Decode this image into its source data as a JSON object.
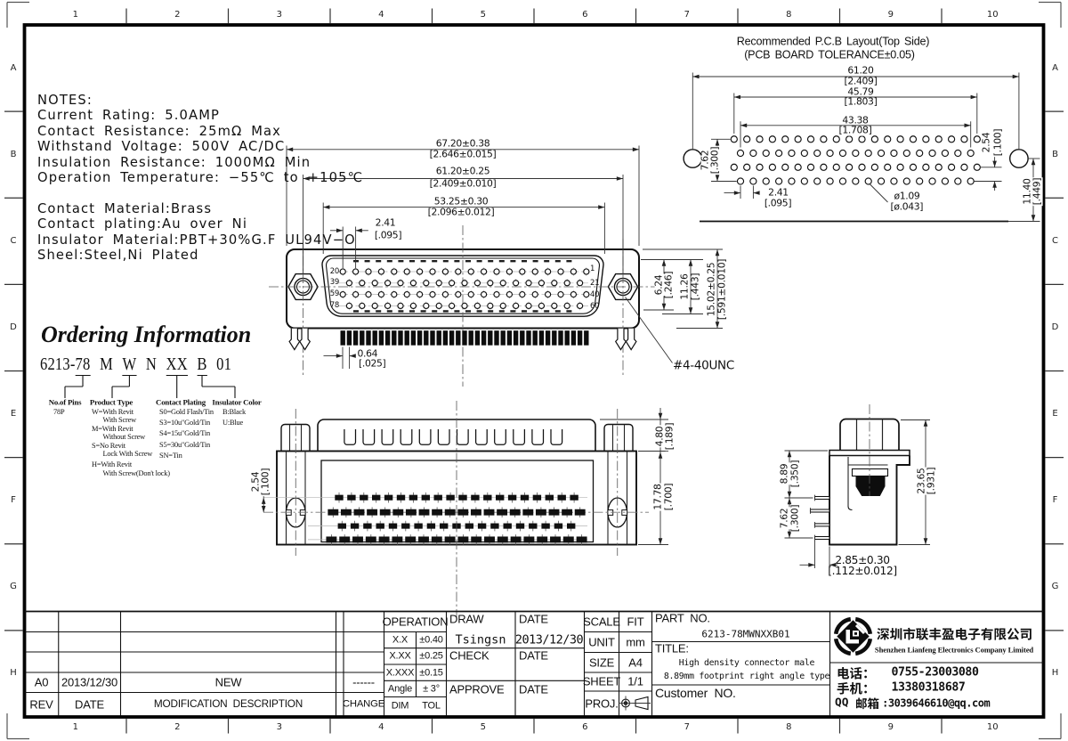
{
  "sheet": {
    "zone_columns": [
      "1",
      "2",
      "3",
      "4",
      "5",
      "6",
      "7",
      "8",
      "9",
      "10"
    ],
    "zone_rows": [
      "A",
      "B",
      "C",
      "D",
      "E",
      "F",
      "G",
      "H"
    ]
  },
  "notes": {
    "lines": [
      "NOTES:",
      "Current Rating: 5.0AMP",
      "Contact Resistance: 25mΩ Max",
      "Withstand Voltage: 500V AC/DC",
      "Insulation Resistance: 1000MΩ Min",
      "Operation Temperature: −55℃ to +105℃",
      "",
      "Contact Material:Brass",
      "Contact plating:Au over Ni",
      "Insulator Material:PBT+30%G.F UL94V−O",
      "Sheel:Steel,Ni Plated"
    ]
  },
  "ordering": {
    "title": "Ordering Information",
    "part_code": [
      {
        "text": "6213-",
        "u": 0
      },
      {
        "text": "78",
        "u": 1
      },
      {
        "text": "M",
        "u": 0
      },
      {
        "text": "W",
        "u": 1
      },
      {
        "text": "N",
        "u": 0
      },
      {
        "text": "XX",
        "u": 1
      },
      {
        "text": "B",
        "u": 1
      },
      {
        "text": "01",
        "u": 0
      }
    ],
    "pins": {
      "label": "No.of Pins",
      "value": "78P"
    },
    "product_type": {
      "label": "Product Type",
      "items": [
        [
          "W=With Revit",
          "With Screw"
        ],
        [
          "M=With Revit",
          "Without Screw"
        ],
        [
          "S=No Revit",
          "Lock With Screw"
        ],
        [
          "H=With Revit",
          "With Screw(Don't lock)"
        ]
      ]
    },
    "contact_plating": {
      "label": "Contact Plating",
      "items": [
        "S0=Gold Flash/Tin",
        "S3=10u\"Gold/Tin",
        "S4=15u\"Gold/Tin",
        "S5=30u\"Gold/Tin",
        "SN=Tin"
      ]
    },
    "insulator_color": {
      "label": "Insulator Color",
      "items": [
        "B:Black",
        "U:Blue"
      ]
    }
  },
  "pcb": {
    "title_line1": "Recommended P.C.B Layout(Top Side)",
    "title_line2": "(PCB BOARD TOLERANCE±0.05)",
    "dim_hole_span": {
      "v": "61.20",
      "b": "[2.409]"
    },
    "dim_row1_span": {
      "v": "45.79",
      "b": "[1.803]"
    },
    "dim_row2_span": {
      "v": "43.38",
      "b": "[1.708]"
    },
    "dim_row_gap": {
      "v": "7.62",
      "b": "[.300]"
    },
    "dim_pitch": {
      "v": "2.41",
      "b": "[.095]"
    },
    "dim_row_pitch": {
      "v": "2.54",
      "b": "[.100]"
    },
    "dim_edge": {
      "v": "11.40",
      "b": "[.449]"
    },
    "dim_hole_dia": {
      "v": "ø1.09",
      "b": "[ø.043]"
    }
  },
  "front": {
    "dim_shell_w": {
      "v": "67.20±0.38",
      "b": "[2.646±0.015]"
    },
    "dim_mount": {
      "v": "61.20±0.25",
      "b": "[2.409±0.010]"
    },
    "dim_face": {
      "v": "53.25±0.30",
      "b": "[2.096±0.012]"
    },
    "dim_pitch": {
      "v": "2.41",
      "b": "[.095]"
    },
    "dim_tail": {
      "v": "0.64",
      "b": "[.025]"
    },
    "dim_rows": {
      "v": "6.24",
      "b": "[.246]"
    },
    "dim_row1": {
      "v": "11.26",
      "b": "[.443]"
    },
    "dim_height": {
      "v": "15.02±0.25",
      "b": "[.591±0.010]"
    },
    "thread": "#4-40UNC",
    "pins": {
      "r1l": "20",
      "r1r": "1",
      "r2l": "39",
      "r2r": "21",
      "r3l": "59",
      "r3r": "40",
      "r4l": "78",
      "r4r": "60"
    }
  },
  "top": {
    "dim_flange": {
      "v": "4.80",
      "b": "[.189]"
    },
    "dim_body": {
      "v": "17.78",
      "b": "[.700]"
    },
    "dim_row_pitch": {
      "v": "2.54",
      "b": "[.100]"
    }
  },
  "side": {
    "dim_face_pin": {
      "v": "8.89",
      "b": "[.350]"
    },
    "dim_rows": {
      "v": "7.62",
      "b": "[.300]"
    },
    "dim_height": {
      "v": "23.65",
      "b": "[.931]"
    },
    "dim_tail": {
      "v": "2.85±0.30",
      "b": "[.112±0.012]"
    }
  },
  "title_block": {
    "rev": {
      "headers": [
        "REV",
        "DATE",
        "MODIFICATION  DESCRIPTION",
        "CHANGE"
      ],
      "row": [
        "A0",
        "2013/12/30",
        "NEW",
        "------"
      ]
    },
    "tolerance": {
      "title": "OPERATION",
      "rows": [
        [
          "X.X",
          "±0.40"
        ],
        [
          "X.XX",
          "±0.25"
        ],
        [
          "X.XXX",
          "±0.15"
        ],
        [
          "Angle",
          "± 3°"
        ]
      ],
      "footer": [
        "DIM",
        "TOL"
      ]
    },
    "sign": {
      "draw": "DRAW",
      "date1": "DATE",
      "drawn_by": "Tsingsn",
      "draw_date": "2013/12/30",
      "check": "CHECK",
      "date2": "DATE",
      "approve": "APPROVE",
      "date3": "DATE"
    },
    "info": {
      "scale_label": "SCALE",
      "scale": "FIT",
      "unit_label": "UNIT",
      "unit": "mm",
      "size_label": "SIZE",
      "size": "A4",
      "sheet_label": "SHEET",
      "sheet": "1/1",
      "proj_label": "PROJ."
    },
    "part": {
      "label": "PART  NO.",
      "number": "6213-78MWNXXB01",
      "title_label": "TITLE:",
      "title_lines": [
        "High density connector male",
        "8.89mm footprint right angle type"
      ],
      "customer": "Customer  NO."
    },
    "company": {
      "name_zh": "深圳市联丰盈电子有限公司",
      "name_en": "Shenzhen Lianfeng Electronics Company Limited",
      "tel_label": "电话：",
      "tel": "0755-23003080",
      "mobile_label": "手机：",
      "mobile": "13380318687",
      "qq_label_latin": "QQ ",
      "qq_label_zh": "邮箱",
      "qq_value": ":3039646610@qq.com"
    }
  }
}
